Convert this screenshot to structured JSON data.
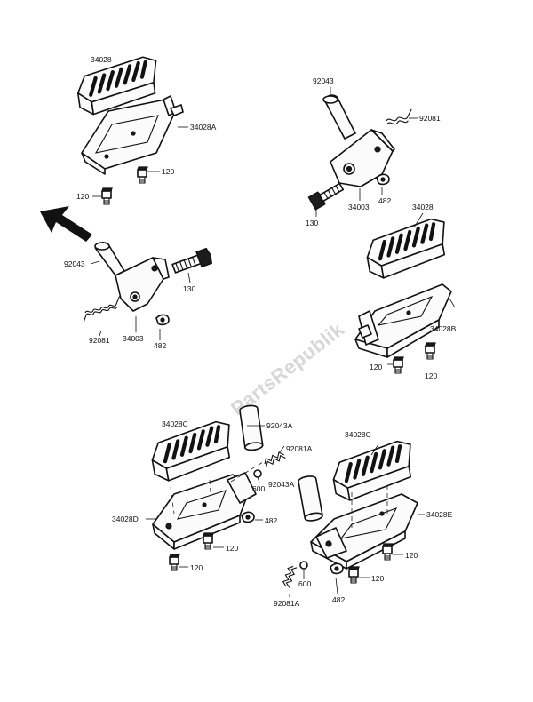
{
  "watermark": "PartsRepublik",
  "labels": {
    "footpeg_front_left": "34028",
    "bracket_front_left": "34028A",
    "bolt_120_a": "120",
    "bolt_120_b": "120",
    "pin_left": "92043",
    "bolt_130_left": "130",
    "spring_left": "92081",
    "holder_left": "34003",
    "clip_left": "482",
    "pin_right": "92043",
    "spring_right": "92081",
    "bolt_130_right": "130",
    "holder_right": "34003",
    "clip_right": "482",
    "footpeg_front_right": "34028",
    "bracket_front_right": "34028B",
    "bolt_120_c": "120",
    "bolt_120_d": "120",
    "footpeg_rear_left": "34028C",
    "pin_rear_left": "92043A",
    "spring_rear_left": "92081A",
    "ball_rear_left": "600",
    "bracket_rear_left": "34028D",
    "clip_rear_left": "482",
    "bolt_120_e": "120",
    "bolt_120_f": "120",
    "footpeg_rear_right": "34028C",
    "pin_rear_right": "92043A",
    "bracket_rear_right": "34028E",
    "bolt_120_g": "120",
    "ball_rear_right": "600",
    "bolt_120_h": "120",
    "spring_rear_right": "92081A",
    "clip_rear_right": "482"
  },
  "icons": {
    "direction_arrow": "front-direction-arrow-icon"
  }
}
